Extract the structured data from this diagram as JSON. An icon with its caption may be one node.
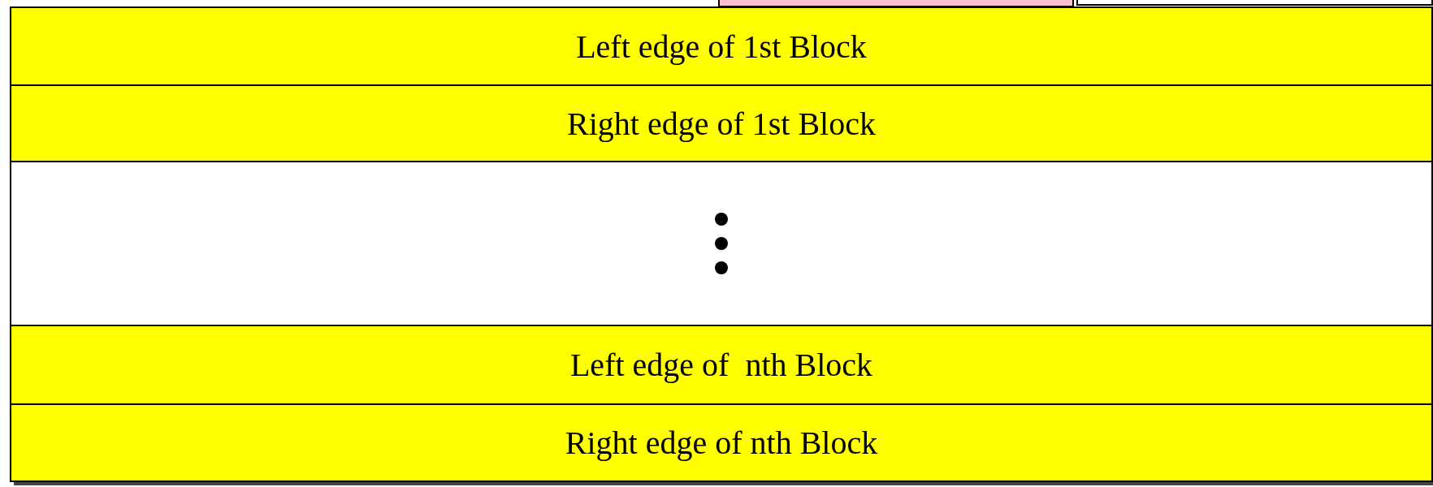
{
  "diagram": {
    "nodes": [
      {
        "text": [],
        "shape": "box"
      },
      {
        "text": [],
        "shape": "box"
      },
      {
        "text": [
          "Left edge of 1st Block"
        ]
      },
      {
        "text": [
          "Right edge of 1st Block"
        ]
      },
      {
        "text": [],
        "shape": "box"
      },
      {
        "text": [
          "Left edge of  nth Block"
        ]
      },
      {
        "text": [
          "Right edge of nth Block"
        ]
      }
    ]
  }
}
